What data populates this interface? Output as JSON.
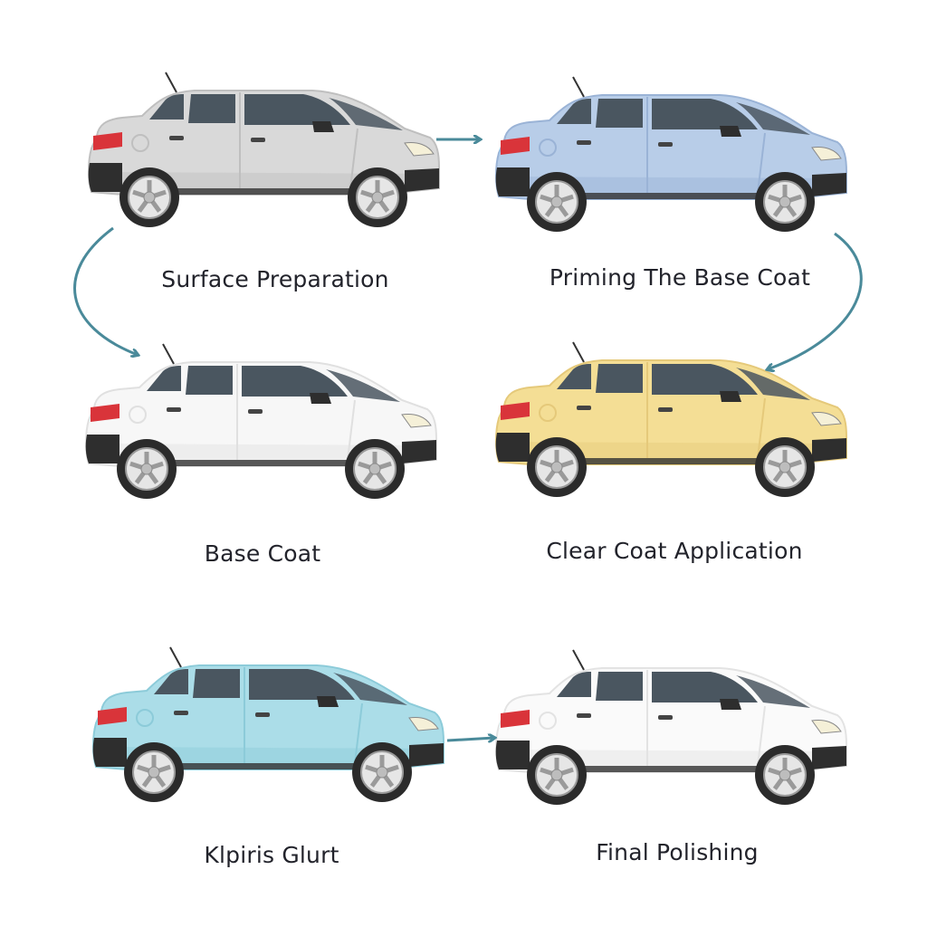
{
  "steps": [
    {
      "label": "Surface Preparation",
      "car_color": "#d9d9d9",
      "car_shade": "#bfbfbf",
      "car": "grey-hatchback-car"
    },
    {
      "label": "Priming The Base Coat",
      "car_color": "#b8cde8",
      "car_shade": "#9ab3d6",
      "car": "blue-hatchback-car"
    },
    {
      "label": "Base Coat",
      "car_color": "#f7f7f7",
      "car_shade": "#e0e0e0",
      "car": "white-hatchback-car"
    },
    {
      "label": "Clear Coat Application",
      "car_color": "#f4de95",
      "car_shade": "#e5c97a",
      "car": "yellow-hatchback-car"
    },
    {
      "label": "Klpiris Glurt",
      "car_color": "#abdde8",
      "car_shade": "#8ccbd9",
      "car": "light-blue-hatchback-car"
    },
    {
      "label": "Final Polishing",
      "car_color": "#fafafa",
      "car_shade": "#e3e3e3",
      "car": "white-sedan-car"
    }
  ],
  "colors": {
    "arrow": "#4a8a9a",
    "window": "#4a5660",
    "tire": "#2b2b2b",
    "bumper": "#2e2e2e",
    "taillight": "#d9343a",
    "text": "#22232b"
  }
}
